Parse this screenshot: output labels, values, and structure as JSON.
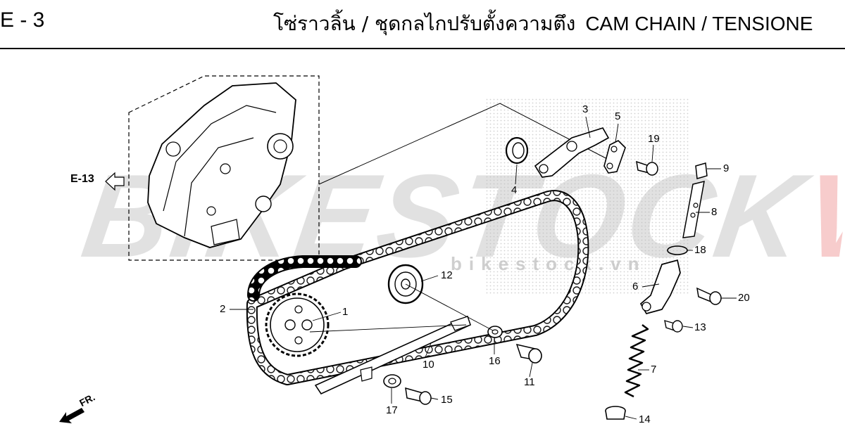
{
  "header": {
    "code": "E - 3",
    "title_th": "โซ่ราวลิ้น / ชุดกลไกปรับตั้งความตึง",
    "title_en": "CAM CHAIN / TENSIONE"
  },
  "watermark": {
    "main": "BIKESTOCK",
    "accent": "VN",
    "sub": "bikestock.vn"
  },
  "reference": "E-13",
  "direction": "FR.",
  "callouts": [
    {
      "id": "1",
      "text": "1"
    },
    {
      "id": "2",
      "text": "2"
    },
    {
      "id": "3",
      "text": "3"
    },
    {
      "id": "4",
      "text": "4"
    },
    {
      "id": "5",
      "text": "5"
    },
    {
      "id": "6",
      "text": "6"
    },
    {
      "id": "7",
      "text": "7"
    },
    {
      "id": "8",
      "text": "8"
    },
    {
      "id": "9",
      "text": "9"
    },
    {
      "id": "10",
      "text": "10"
    },
    {
      "id": "11",
      "text": "11"
    },
    {
      "id": "12",
      "text": "12"
    },
    {
      "id": "13",
      "text": "13"
    },
    {
      "id": "14",
      "text": "14"
    },
    {
      "id": "15",
      "text": "15"
    },
    {
      "id": "16",
      "text": "16"
    },
    {
      "id": "17",
      "text": "17"
    },
    {
      "id": "18",
      "text": "18"
    },
    {
      "id": "19",
      "text": "19"
    },
    {
      "id": "20",
      "text": "20"
    }
  ]
}
